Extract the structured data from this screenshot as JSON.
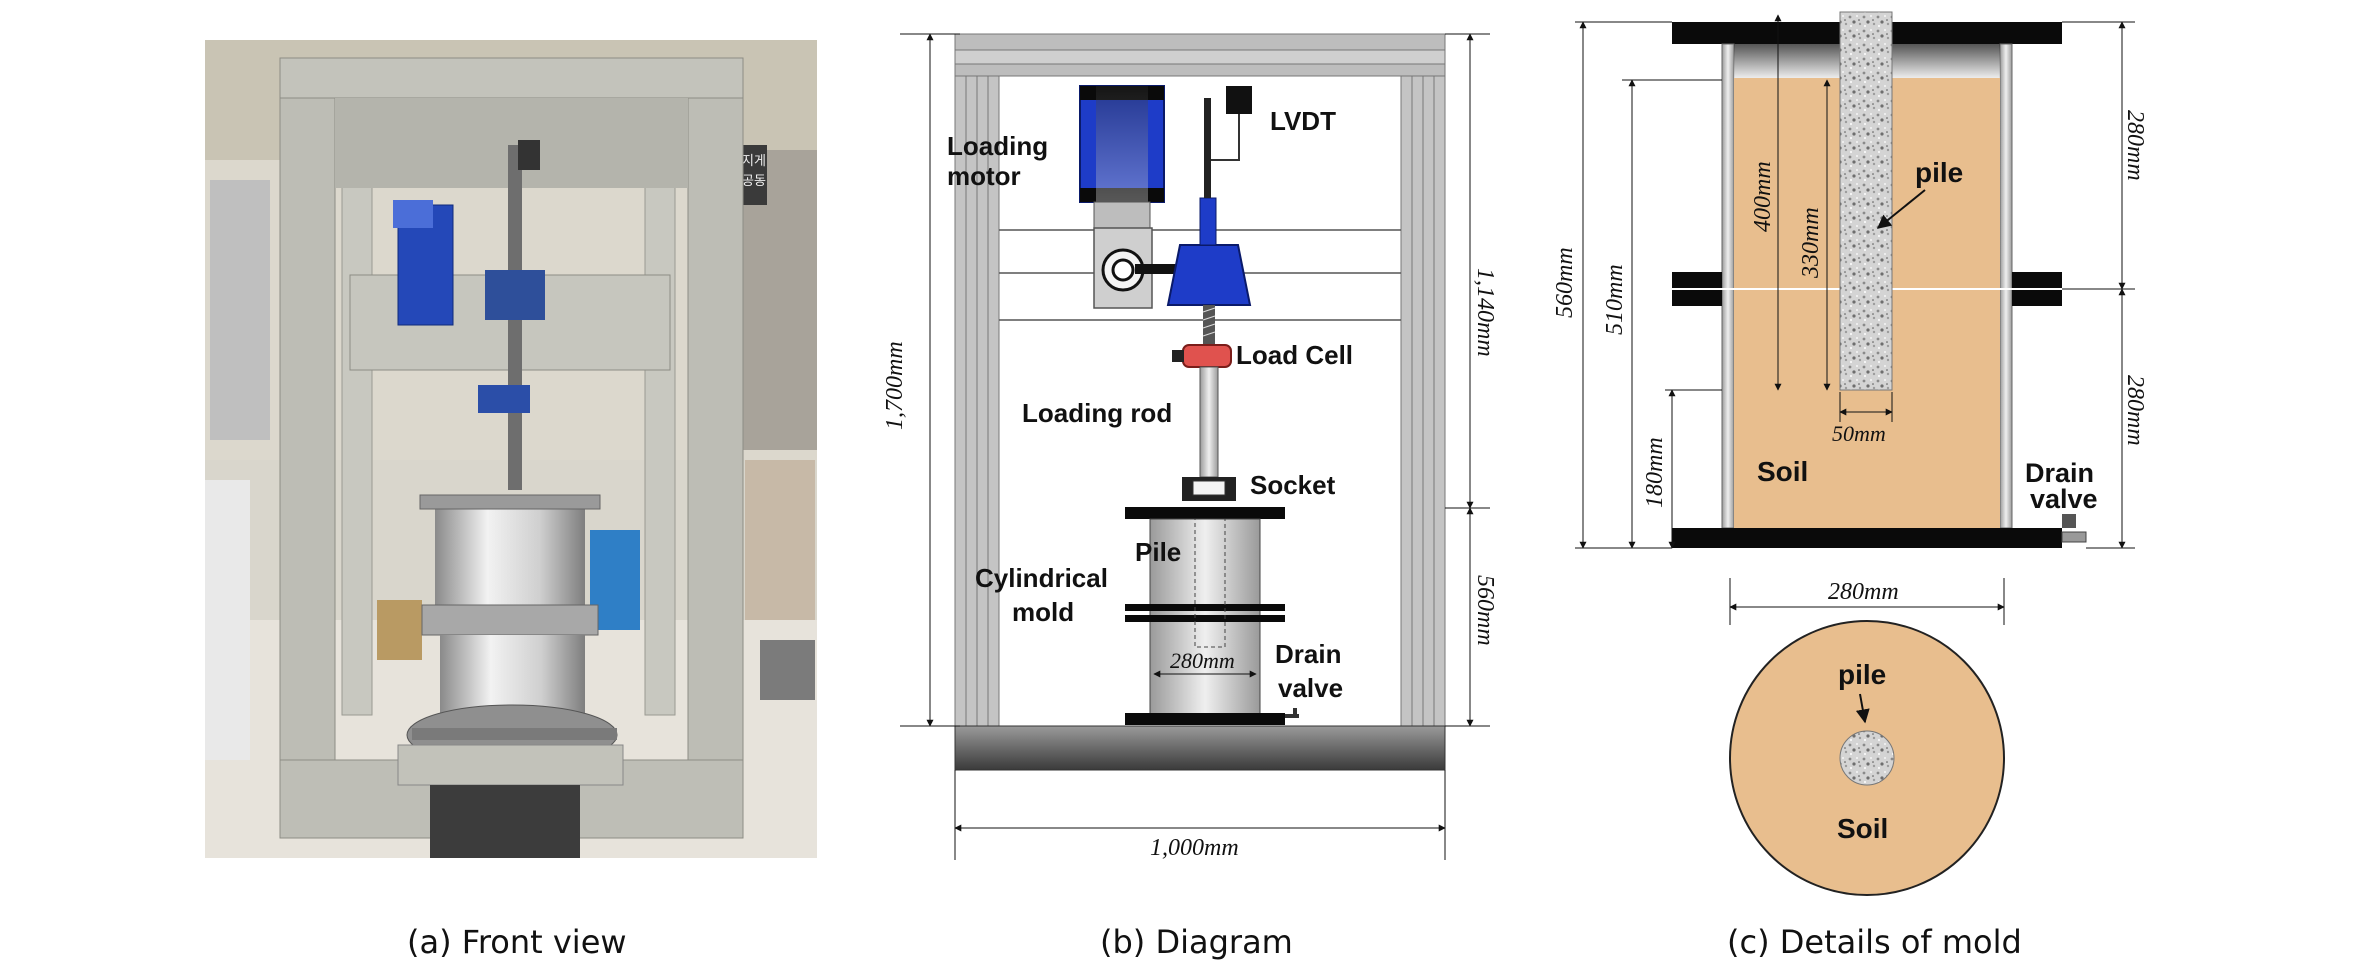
{
  "figure": {
    "panels": [
      {
        "id": "a",
        "caption": "(a) Front view"
      },
      {
        "id": "b",
        "caption": "(b) Diagram"
      },
      {
        "id": "c",
        "caption": "(c) Details of mold"
      }
    ]
  },
  "photo": {
    "sign_lines": [
      "지게",
      "공동"
    ]
  },
  "diagram": {
    "labels": {
      "lvdt": "LVDT",
      "loading_motor_1": "Loading",
      "loading_motor_2": "motor",
      "load_cell": "Load Cell",
      "loading_rod": "Loading rod",
      "socket": "Socket",
      "pile": "Pile",
      "mold_1": "Cylindrical",
      "mold_2": "mold",
      "drain_1": "Drain",
      "drain_2": "valve"
    },
    "dimensions": {
      "total_height": "1,700mm",
      "upper_height": "1,140mm",
      "lower_height": "560mm",
      "width": "1,000mm",
      "mold_diameter": "280mm"
    }
  },
  "mold": {
    "labels": {
      "pile": "pile",
      "soil": "Soil",
      "drain_1": "Drain",
      "drain_2": "valve",
      "plan_pile": "pile",
      "plan_soil": "Soil"
    },
    "dimensions": {
      "total": "560mm",
      "soil_height": "510mm",
      "bottom_offset": "180mm",
      "pile_length": "400mm",
      "embed_length": "330mm",
      "pile_width": "50mm",
      "upper_half": "280mm",
      "lower_half": "280mm",
      "plan_diameter": "280mm"
    }
  },
  "colors": {
    "soil": "#E8BE8E",
    "motor_blue": "#1E3CC8",
    "frame_gray": "#B8B8B8",
    "load_cell_red": "#E0524E"
  }
}
